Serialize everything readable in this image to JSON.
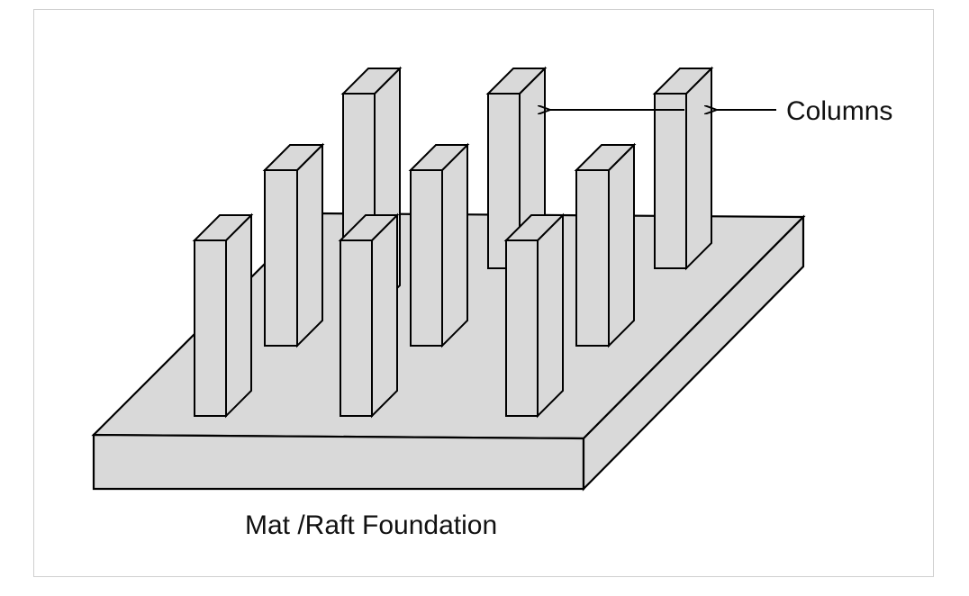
{
  "diagram": {
    "labels": {
      "columns": "Columns",
      "foundation": "Mat /Raft Foundation"
    },
    "colors": {
      "fill": "#d9d9d9",
      "stroke": "#000000",
      "background": "#ffffff",
      "frame": "#cfcfcf"
    },
    "column_count": 9
  }
}
